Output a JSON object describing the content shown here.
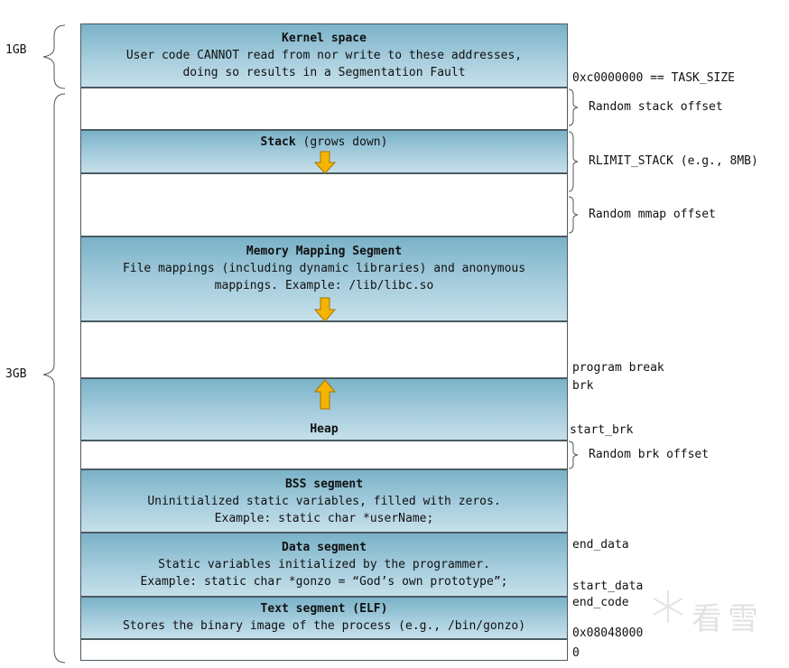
{
  "sizes": {
    "kernel": "1GB",
    "user": "3GB"
  },
  "segments": {
    "kernel": {
      "title": "Kernel space",
      "line1": "User code CANNOT read from nor write to these addresses,",
      "line2": "doing so results in a Segmentation Fault"
    },
    "stack": {
      "title": "Stack",
      "note": " (grows down)"
    },
    "mmap": {
      "title": "Memory Mapping Segment",
      "line1": "File mappings (including dynamic libraries) and anonymous",
      "line2": "mappings. Example: /lib/libc.so"
    },
    "heap": {
      "title": "Heap"
    },
    "bss": {
      "title": "BSS segment",
      "line1": "Uninitialized static variables, filled with zeros.",
      "line2": "Example: static char *userName;"
    },
    "data": {
      "title": "Data segment",
      "line1": "Static variables initialized by the programmer.",
      "line2": "Example: static char *gonzo = “God’s own prototype”;"
    },
    "text": {
      "title": "Text segment (ELF)",
      "line1": "Stores the binary image of the process (e.g., /bin/gonzo)"
    }
  },
  "annotations": {
    "task_size": "0xc0000000 == TASK_SIZE",
    "random_stack": "Random stack offset",
    "rlimit": "RLIMIT_STACK (e.g., 8MB)",
    "random_mmap": "Random mmap offset",
    "program_break": "program break",
    "brk": "brk",
    "start_brk": "start_brk",
    "random_brk": "Random brk offset",
    "end_data": "end_data",
    "start_data": "start_data",
    "end_code": "end_code",
    "text_start": "0x08048000",
    "zero": "0"
  },
  "watermark": "看雪",
  "colors": {
    "segment_fill": "#a6cddd",
    "arrow_fill": "#f4b400",
    "border": "#4a5a62"
  }
}
